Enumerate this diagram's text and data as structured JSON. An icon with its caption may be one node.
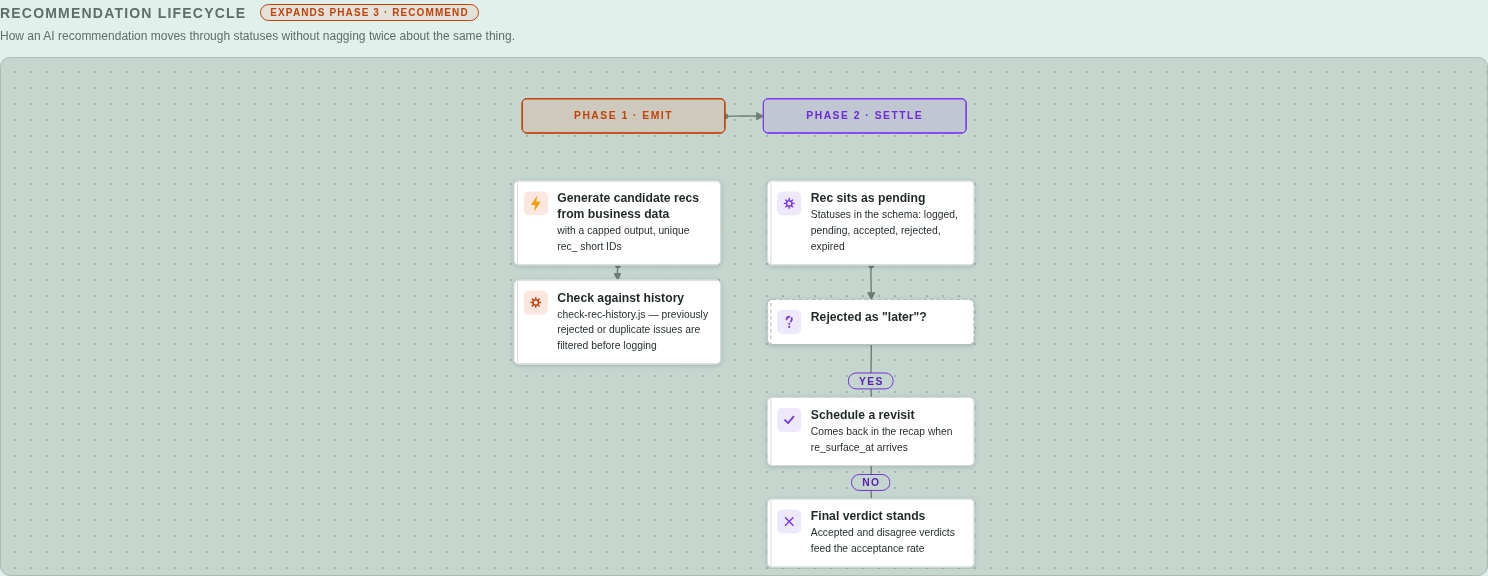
{
  "diagram": {
    "title": "RECOMMENDATION LIFECYCLE",
    "nodes": [
      {
        "text": [
          "PHASE 1 · EMIT"
        ]
      },
      {
        "text": [
          "PHASE 2 · SETTLE"
        ]
      },
      {
        "text": [
          "Generate candidate recs from business data",
          "with a capped output, unique rec_ short IDs"
        ]
      },
      {
        "text": [
          "Check against history",
          "check-rec-history.js — previously rejected or duplicate issues are filtered before logging"
        ]
      },
      {
        "text": [
          "Rec sits as pending",
          "Statuses in the schema: logged, pending, accepted, rejected, expired"
        ]
      },
      {
        "text": [
          "Rejected as \"later\"?"
        ]
      },
      {
        "text": [
          "Schedule a revisit",
          "Comes back in the recap when re_surface_at arrives"
        ]
      },
      {
        "text": [
          "Final verdict stands",
          "Accepted and disagree verdicts feed the acceptance rate"
        ]
      }
    ],
    "edges": [
      {
        "from": 0,
        "to": 1,
        "arrow": "to"
      },
      {
        "from": 2,
        "to": 3,
        "arrow": "to"
      },
      {
        "from": 4,
        "to": 5,
        "arrow": "to"
      },
      {
        "from": 5,
        "to": 6,
        "arrow": "none",
        "label": "YES"
      },
      {
        "from": 6,
        "to": 7,
        "arrow": "none",
        "label": "NO"
      }
    ],
    "labels": [
      "EXPANDS PHASE 3 · RECOMMEND",
      "How an AI recommendation moves through statuses without nagging twice about the same thing."
    ]
  }
}
